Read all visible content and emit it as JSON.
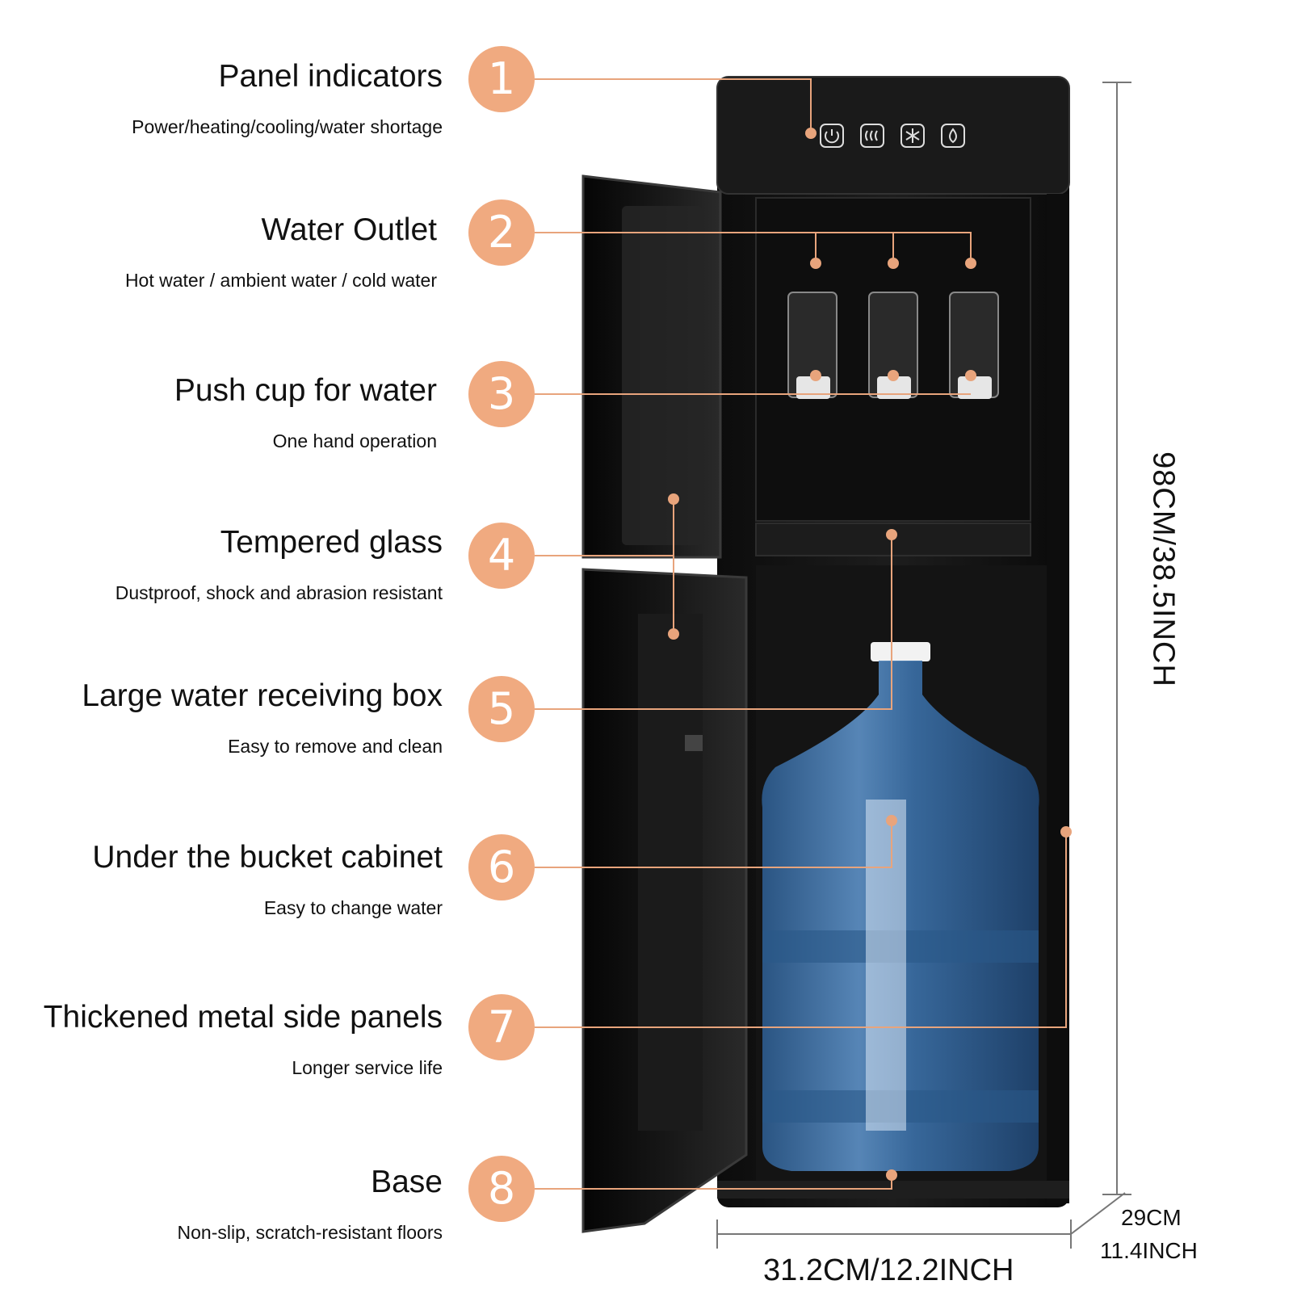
{
  "features": [
    {
      "number": "1",
      "title": "Panel indicators",
      "subtitle": "Power/heating/cooling/water shortage"
    },
    {
      "number": "2",
      "title": "Water Outlet",
      "subtitle": "Hot water / ambient water / cold water"
    },
    {
      "number": "3",
      "title": "Push cup for water",
      "subtitle": "One hand operation"
    },
    {
      "number": "4",
      "title": "Tempered glass",
      "subtitle": "Dustproof, shock and abrasion resistant"
    },
    {
      "number": "5",
      "title": "Large water receiving box",
      "subtitle": "Easy to remove and clean"
    },
    {
      "number": "6",
      "title": "Under the bucket cabinet",
      "subtitle": "Easy to change water"
    },
    {
      "number": "7",
      "title": "Thickened metal side panels",
      "subtitle": "Longer service life"
    },
    {
      "number": "8",
      "title": "Base",
      "subtitle": "Non-slip, scratch-resistant floors"
    }
  ],
  "dimensions": {
    "height": "98CM/38.5INCH",
    "width": "31.2CM/12.2INCH",
    "depth_cm": "29CM",
    "depth_inch": "11.4INCH"
  },
  "colors": {
    "accent": "#f0aa80",
    "callout_line": "#e8a47c",
    "cabinet": "#121212",
    "bottle": "#3f72a6"
  },
  "icons": [
    "power-icon",
    "heating-icon",
    "cooling-icon",
    "water-shortage-icon"
  ]
}
